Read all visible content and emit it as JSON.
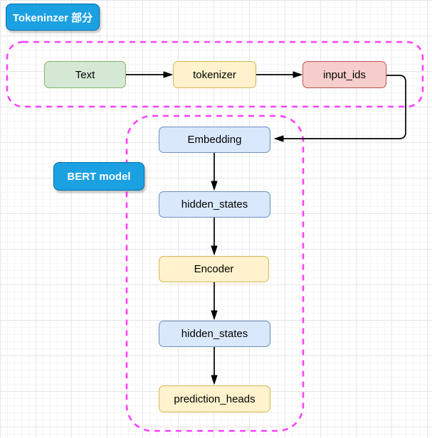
{
  "section_labels": {
    "tokenizer": "Tokeninzer 部分",
    "bert": "BERT model"
  },
  "nodes": [
    {
      "id": "text",
      "label": "Text"
    },
    {
      "id": "tokenizer",
      "label": "tokenizer"
    },
    {
      "id": "input_ids",
      "label": "input_ids"
    },
    {
      "id": "embedding",
      "label": "Embedding"
    },
    {
      "id": "hidden_states_1",
      "label": "hidden_states"
    },
    {
      "id": "encoder",
      "label": "Encoder"
    },
    {
      "id": "hidden_states_2",
      "label": "hidden_states"
    },
    {
      "id": "prediction_heads",
      "label": "prediction_heads"
    }
  ],
  "edges": [
    {
      "from": "text",
      "to": "tokenizer"
    },
    {
      "from": "tokenizer",
      "to": "input_ids"
    },
    {
      "from": "input_ids",
      "to": "embedding"
    },
    {
      "from": "embedding",
      "to": "hidden_states_1"
    },
    {
      "from": "hidden_states_1",
      "to": "encoder"
    },
    {
      "from": "encoder",
      "to": "hidden_states_2"
    },
    {
      "from": "hidden_states_2",
      "to": "prediction_heads"
    }
  ],
  "colors": {
    "label_fill": "#1BA1E2",
    "label_border": "#006EAF",
    "label_text": "#FFFFFF",
    "green_fill": "#D5E8D4",
    "green_border": "#82B366",
    "yellow_fill": "#FFF2CC",
    "yellow_border": "#D6B656",
    "red_fill": "#F8CECC",
    "red_border": "#B85450",
    "blue_fill": "#DAE8FC",
    "blue_border": "#6C8EBF",
    "container_border": "#FF40FF",
    "arrow_color": "#000000",
    "grid_minor": "#F5F5F5",
    "grid_major": "#E6E6E6"
  }
}
